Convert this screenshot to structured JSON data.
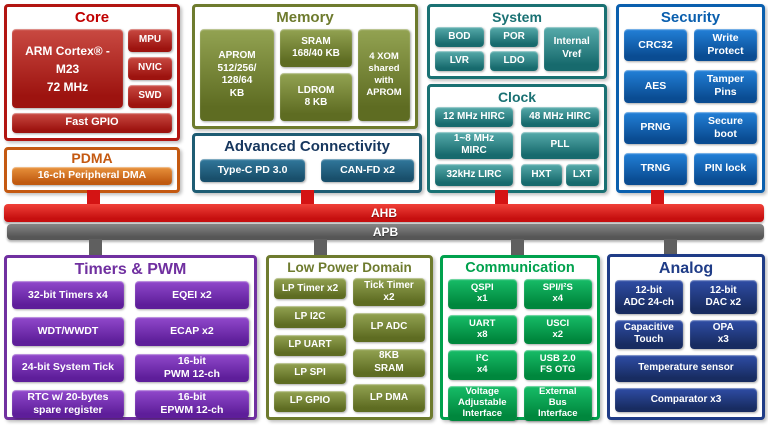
{
  "buses": {
    "ahb": "AHB",
    "apb": "APB"
  },
  "colors": {
    "core_red": "#c00000",
    "pdma_orange": "#c45911",
    "olive": "#6e7b2e",
    "adv_title_navy": "#17375e",
    "teal": "#1a7173",
    "security_blue": "#0a5fae",
    "purple": "#7030a0",
    "comm_green": "#00a14d",
    "analog_navy": "#1f3c87",
    "ahb_red": "#d41414",
    "apb_gray": "#5f5f5f"
  },
  "blocks": {
    "core": {
      "title": "Core",
      "cpu": "ARM Cortex® -\nM23\n72 MHz",
      "side": [
        "MPU",
        "NVIC",
        "SWD"
      ],
      "gpio": "Fast GPIO"
    },
    "pdma": {
      "title": "PDMA",
      "item": "16-ch Peripheral DMA"
    },
    "memory": {
      "title": "Memory",
      "aprom": "APROM\n512/256/\n128/64\nKB",
      "sram": "SRAM\n168/40 KB",
      "ldrom": "LDROM\n8 KB",
      "xom": "4 XOM\nshared\nwith\nAPROM"
    },
    "adv": {
      "title": "Advanced Connectivity",
      "items": [
        "Type-C PD 3.0",
        "CAN-FD x2"
      ]
    },
    "system": {
      "title": "System",
      "bod": "BOD",
      "por": "POR",
      "vref": "Internal\nVref",
      "lvr": "LVR",
      "ldo": "LDO"
    },
    "clock": {
      "title": "Clock",
      "items": [
        "12 MHz HIRC",
        "48 MHz HIRC",
        "1~8 MHz\nMIRC",
        "PLL",
        "32kHz LIRC",
        "HXT",
        "LXT"
      ]
    },
    "security": {
      "title": "Security",
      "items": [
        "CRC32",
        "Write\nProtect",
        "AES",
        "Tamper\nPins",
        "PRNG",
        "Secure\nboot",
        "TRNG",
        "PIN lock"
      ]
    },
    "timers": {
      "title": "Timers & PWM",
      "items": [
        "32-bit Timers x4",
        "EQEI x2",
        "WDT/WWDT",
        "ECAP x2",
        "24-bit System Tick",
        "16-bit\nPWM 12-ch",
        "RTC w/ 20-bytes\nspare register",
        "16-bit\nEPWM 12-ch"
      ]
    },
    "lpd": {
      "title": "Low Power Domain",
      "left": [
        "LP Timer x2",
        "LP I2C",
        "LP UART",
        "LP SPI",
        "LP GPIO"
      ],
      "right": [
        "Tick Timer\nx2",
        "LP ADC",
        "8KB\nSRAM",
        "LP DMA"
      ]
    },
    "comm": {
      "title": "Communication",
      "items": [
        "QSPI\nx1",
        "SPI/I²S\nx4",
        "UART\nx8",
        "USCI\nx2",
        "I²C\nx4",
        "USB 2.0\nFS OTG",
        "Voltage\nAdjustable\nInterface",
        "External\nBus\nInterface"
      ]
    },
    "analog": {
      "title": "Analog",
      "items": [
        "12-bit\nADC 24-ch",
        "12-bit\nDAC x2",
        "Capacitive\nTouch",
        "OPA\nx3",
        "Temperature sensor",
        "Comparator x3"
      ]
    }
  }
}
